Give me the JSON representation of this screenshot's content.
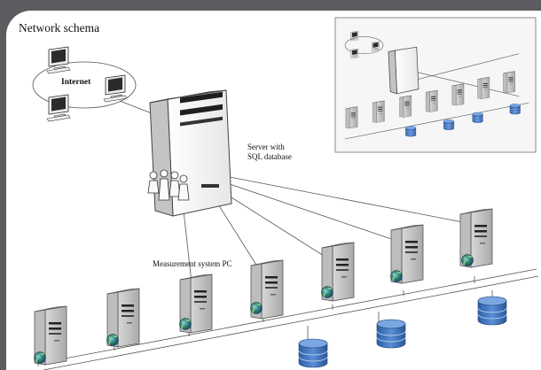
{
  "title": "Network schema",
  "labels": {
    "internet": "Internet",
    "server_line1": "Server with",
    "server_line2": "SQL database",
    "measurement_pc": "Measurement system PC"
  },
  "colors": {
    "frame": "#5c5c60",
    "panel": "#ffffff",
    "database": "#3f6fb4",
    "globe": "#2f7f6a"
  },
  "icons": [
    "server-icon",
    "monitor-icon",
    "database-icon",
    "people-icon",
    "globe-icon",
    "inset-thumbnail"
  ]
}
